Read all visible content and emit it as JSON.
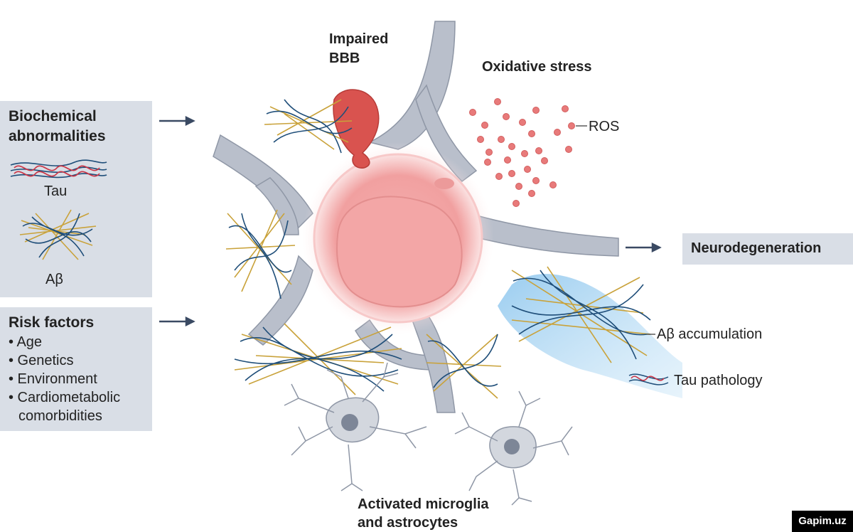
{
  "left_panel": {
    "biochemical": {
      "title_line1": "Biochemical",
      "title_line2": "abnormalities",
      "tau_label": "Tau",
      "abeta_label": "Aβ"
    },
    "risk_factors": {
      "title": "Risk factors",
      "items": [
        "• Age",
        "• Genetics",
        "• Environment",
        "• Cardiometabolic"
      ],
      "continuation": "comorbidities"
    }
  },
  "labels": {
    "impaired_bbb_line1": "Impaired",
    "impaired_bbb_line2": "BBB",
    "oxidative_stress": "Oxidative stress",
    "ros": "ROS",
    "neurodegeneration": "Neurodegeneration",
    "abeta_accumulation": "Aβ accumulation",
    "tau_pathology": "Tau pathology",
    "activated_line1": "Activated microglia",
    "activated_line2": "and astrocytes"
  },
  "watermark": "Gapim.uz",
  "colors": {
    "panel_bg": "#d9dee6",
    "arrow": "#3a4a63",
    "neuron_fill": "#b9bfcb",
    "cell_fill": "#f2a7a7",
    "bbb_red": "#d9534f",
    "ros_dot": "#e87a7a",
    "abeta_gold": "#c9a23a",
    "tau_blue": "#1f4e79",
    "tau_red": "#cc3344",
    "axon_glow": "#a9d4f2"
  },
  "icons": [
    "arrow-right-icon",
    "tau-fibril-icon",
    "abeta-plaque-icon",
    "neuron-cell-icon",
    "ros-dot-icon",
    "microglia-icon"
  ]
}
